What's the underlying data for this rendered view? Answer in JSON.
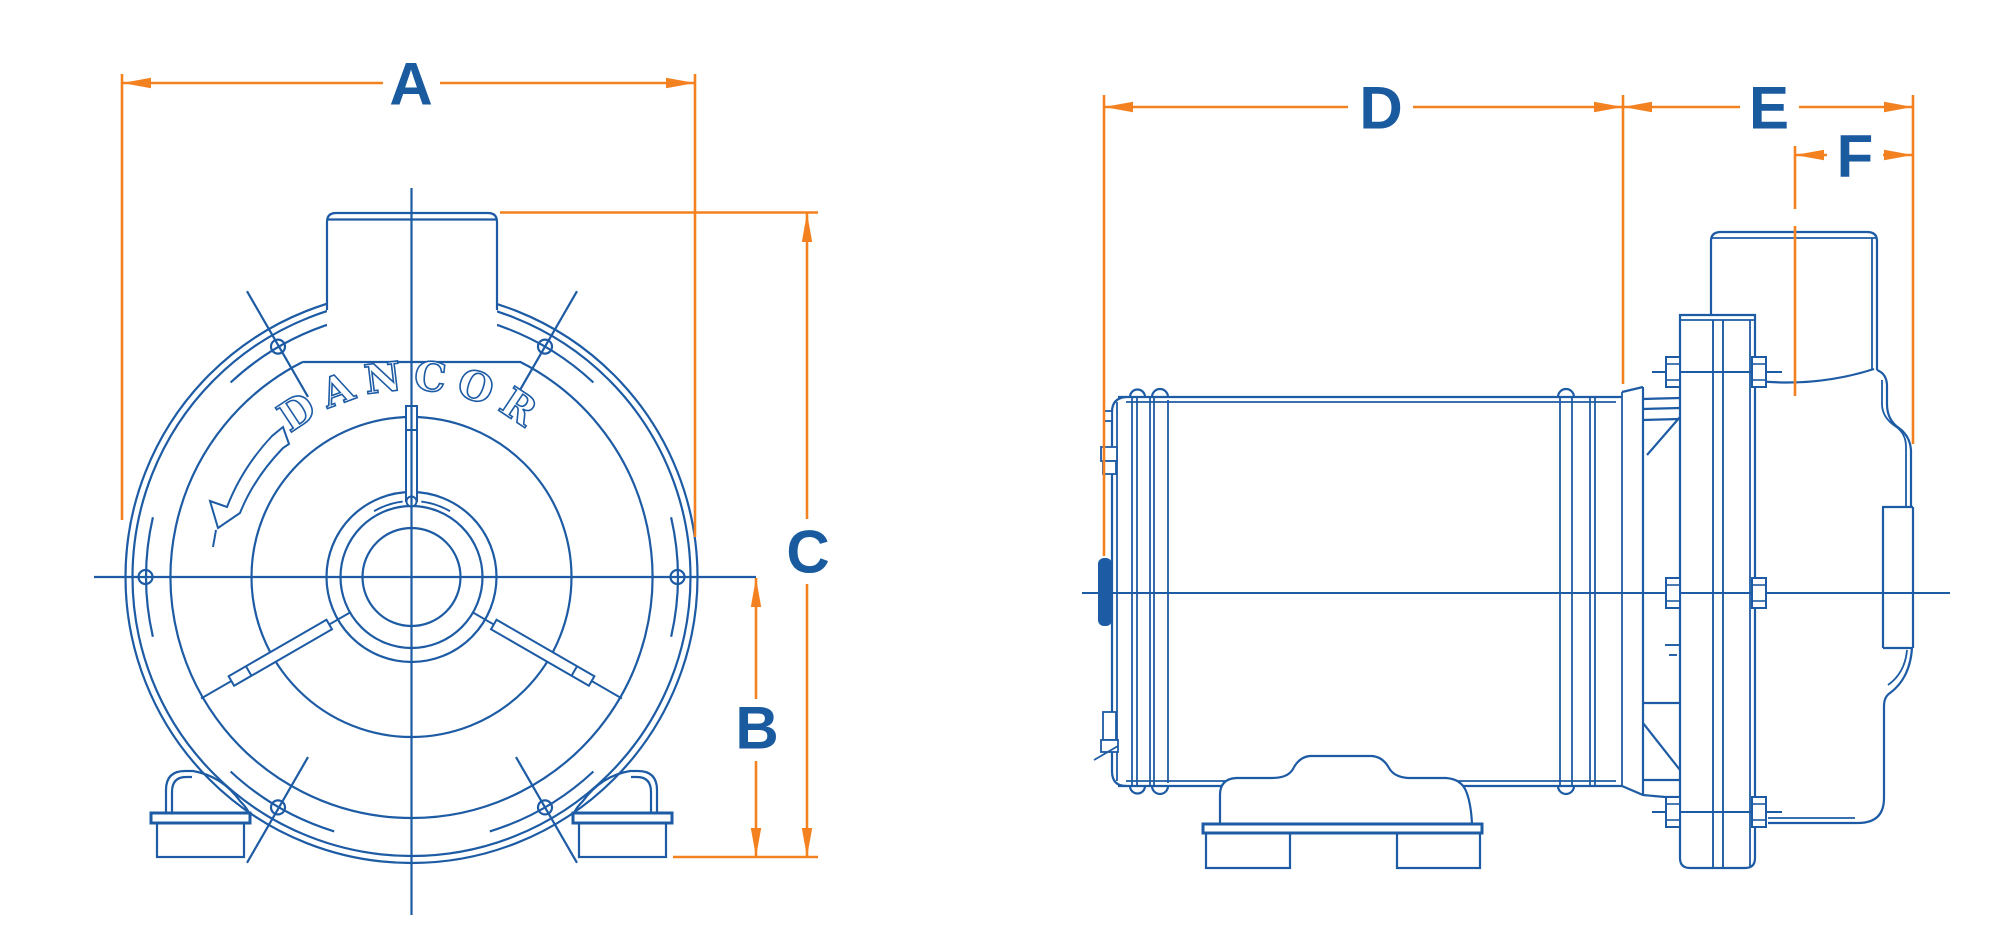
{
  "logo": {
    "text": "DANCOR"
  },
  "dimensions": {
    "a": "A",
    "b": "B",
    "c": "C",
    "d": "D",
    "e": "E",
    "f": "F"
  },
  "colors": {
    "line_blue": "#1d5ba4",
    "label_blue": "#1a5a9f",
    "dimension_orange": "#f48120",
    "background": "#ffffff"
  }
}
